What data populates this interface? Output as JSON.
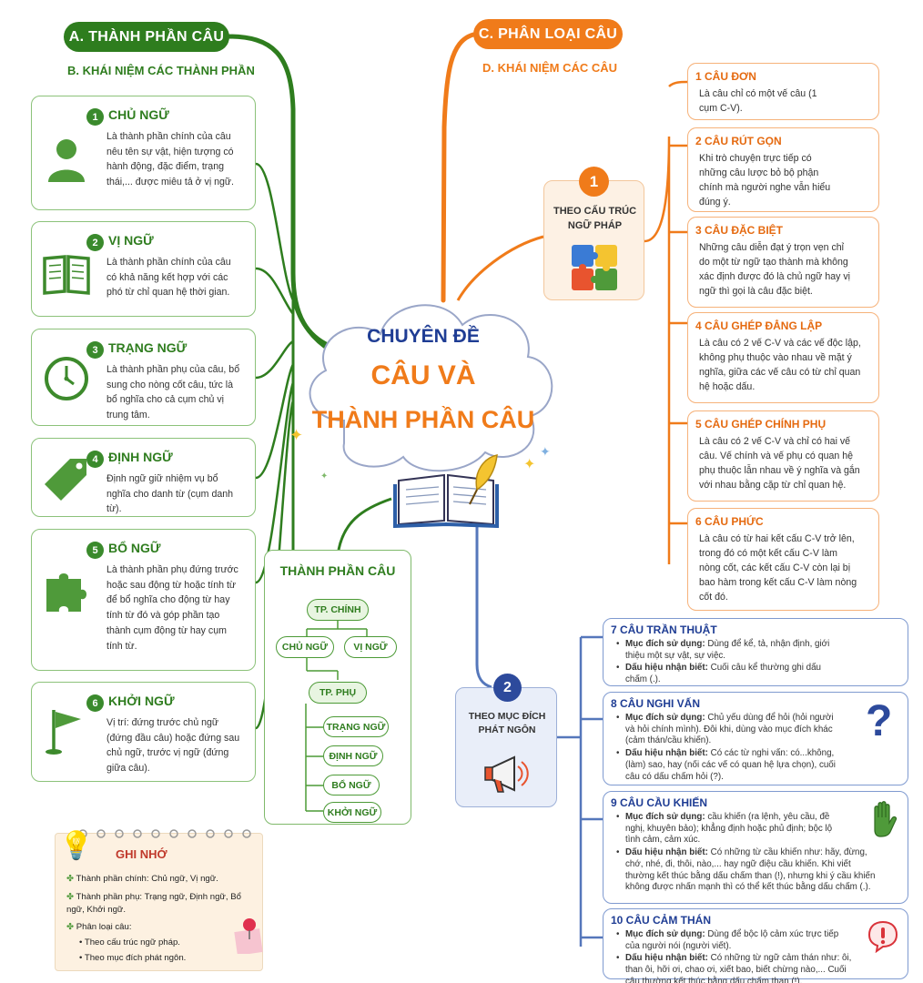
{
  "center": {
    "line1": "CHUYÊN ĐỀ",
    "line2": "CÂU VÀ",
    "line3": "THÀNH PHẦN CÂU"
  },
  "section_a": {
    "title": "A. THÀNH PHẦN CÂU",
    "subtitle": "B. KHÁI NIỆM CÁC THÀNH PHẦN"
  },
  "section_c": {
    "title": "C. PHÂN LOẠI CÂU",
    "subtitle": "D. KHÁI NIỆM CÁC CÂU"
  },
  "components": [
    {
      "num": "1",
      "title": "CHỦ NGỮ",
      "icon": "person-icon",
      "text": "Là thành phần chính của câu nêu tên sự vật, hiện tượng có hành động, đặc điểm, trạng thái,... được miêu tả ở vị ngữ."
    },
    {
      "num": "2",
      "title": "VỊ NGỮ",
      "icon": "book-icon",
      "text": "Là thành phần chính của câu có khả năng kết hợp với các phó từ chỉ quan hệ thời gian."
    },
    {
      "num": "3",
      "title": "TRẠNG NGỮ",
      "icon": "clock-icon",
      "text": "Là thành phần phụ của câu, bổ sung cho nòng cốt câu, tức là bổ nghĩa cho cả cụm chủ vị trung tâm."
    },
    {
      "num": "4",
      "title": "ĐỊNH NGỮ",
      "icon": "tag-icon",
      "text": "Định ngữ giữ nhiệm vụ bổ nghĩa cho danh từ (cụm danh từ)."
    },
    {
      "num": "5",
      "title": "BỔ NGỮ",
      "icon": "puzzle-icon",
      "text": "Là thành phần phụ đứng trước hoặc sau động từ hoặc tính từ để bổ nghĩa cho động từ hay tính từ đó và góp phần tạo thành cụm động từ hay cụm tính từ."
    },
    {
      "num": "6",
      "title": "KHỞI NGỮ",
      "icon": "flag-icon",
      "text": "Vị trí: đứng trước chủ ngữ (đứng đầu câu) hoặc đứng sau chủ ngữ, trước vị ngữ (đứng giữa câu)."
    }
  ],
  "hub1": {
    "num": "1",
    "label": "THEO CẤU TRÚC NGỮ PHÁP"
  },
  "hub2": {
    "num": "2",
    "label": "THEO MỤC ĐÍCH PHÁT NGÔN"
  },
  "structure_types": [
    {
      "title": "1 CÂU ĐƠN",
      "text": "Là câu chỉ có một vế câu (1 cụm C-V)."
    },
    {
      "title": "2 CÂU RÚT GỌN",
      "text": "Khi trò chuyện trực tiếp có những câu lược bỏ bộ phận chính mà người nghe vẫn hiểu đúng ý."
    },
    {
      "title": "3 CÂU ĐẶC BIỆT",
      "text": "Những câu diễn đạt ý trọn vẹn chỉ do một từ ngữ tạo thành mà không xác định được đó là chủ ngữ hay vị ngữ thì gọi là câu đặc biệt."
    },
    {
      "title": "4 CÂU GHÉP ĐẲNG LẬP",
      "text": "Là câu có 2 vế C-V và các vế độc lập, không phụ thuộc vào nhau về mặt ý nghĩa, giữa các vế câu có từ chỉ quan hệ hoặc dấu."
    },
    {
      "title": "5 CÂU GHÉP CHÍNH PHỤ",
      "text": "Là câu có 2 vế C-V và chỉ có hai vế câu. Vế chính và vế phụ có quan hệ phụ thuộc lẫn nhau về ý nghĩa và gắn với nhau bằng cặp từ chỉ quan hệ."
    },
    {
      "title": "6 CÂU PHỨC",
      "text": "Là câu có từ hai kết cấu C-V trở lên, trong đó có một kết cấu C-V làm nòng cốt, các kết cấu C-V còn lại bị bao hàm trong kết cấu C-V làm nòng cốt đó."
    }
  ],
  "purpose_types": [
    {
      "title": "7 CÂU TRẦN THUẬT",
      "icon": "",
      "items": [
        {
          "label": "Mục đích sử dụng:",
          "text": " Dùng để kể, tả, nhận định, giới thiệu một sự vật, sự việc."
        },
        {
          "label": "Dấu hiệu nhận biết:",
          "text": " Cuối câu kể thường ghi dấu chấm (.)."
        }
      ]
    },
    {
      "title": "8 CÂU NGHI VẤN",
      "icon": "question-icon",
      "items": [
        {
          "label": "Mục đích sử dụng:",
          "text": " Chủ yếu dùng để hỏi (hỏi người và hỏi chính mình). Đôi khi, dùng vào mục đích khác (cảm thán/cầu khiến)."
        },
        {
          "label": "Dấu hiệu nhận biết:",
          "text": " Có các từ nghi vấn: có...không, (làm) sao, hay (nối các vế có quan hệ lựa chọn), cuối câu có dấu chấm hỏi (?)."
        }
      ]
    },
    {
      "title": "9 CÂU CẦU KHIẾN",
      "icon": "hand-icon",
      "items": [
        {
          "label": "Mục đích sử dụng:",
          "text": " cầu khiến (ra lệnh, yêu cầu, đề nghị, khuyên bảo); khẳng định hoặc phủ định; bộc lộ tình cảm, cảm xúc."
        },
        {
          "label": "Dấu hiệu nhận biết:",
          "text": " Có những từ cầu khiến như: hãy, đừng, chớ, nhé, đi, thôi, nào,... hay ngữ điệu cầu khiến. Khi viết thường kết thúc bằng dấu chấm than (!), nhưng khi ý cầu khiến không được nhấn mạnh thì có thể kết thúc bằng dấu chấm (.)."
        }
      ]
    },
    {
      "title": "10 CÂU CẢM THÁN",
      "icon": "exclamation-icon",
      "items": [
        {
          "label": "Mục đích sử dụng:",
          "text": " Dùng để bộc lộ cảm xúc trực tiếp của người nói (người viết)."
        },
        {
          "label": "Dấu hiệu nhận biết:",
          "text": " Có những từ ngữ cảm thán như: ôi, than ôi, hỡi ơi, chao ơi, xiết bao, biết chừng nào,... Cuối câu thường kết thúc bằng dấu chấm than (!)."
        }
      ]
    }
  ],
  "tree": {
    "title": "THÀNH PHẦN CÂU",
    "main": "TP. CHÍNH",
    "main_children": [
      "CHỦ NGỮ",
      "VỊ NGỮ"
    ],
    "sub": "TP. PHỤ",
    "sub_children": [
      "TRẠNG NGỮ",
      "ĐỊNH NGỮ",
      "BỔ NGỮ",
      "KHỞI NGỮ"
    ]
  },
  "note": {
    "title": "GHI NHỚ",
    "line1": "Thành phần chính: Chủ ngữ, Vị ngữ.",
    "line2": "Thành phần phụ: Trạng ngữ, Định ngữ, Bổ ngữ, Khởi ngữ.",
    "line3": "Phân loại câu:",
    "bullet1": "Theo cấu trúc ngữ pháp.",
    "bullet2": "Theo mục đích phát ngôn."
  },
  "colors": {
    "green": "#2f7d1f",
    "orange": "#f07b1a",
    "blue": "#1f3d94"
  }
}
